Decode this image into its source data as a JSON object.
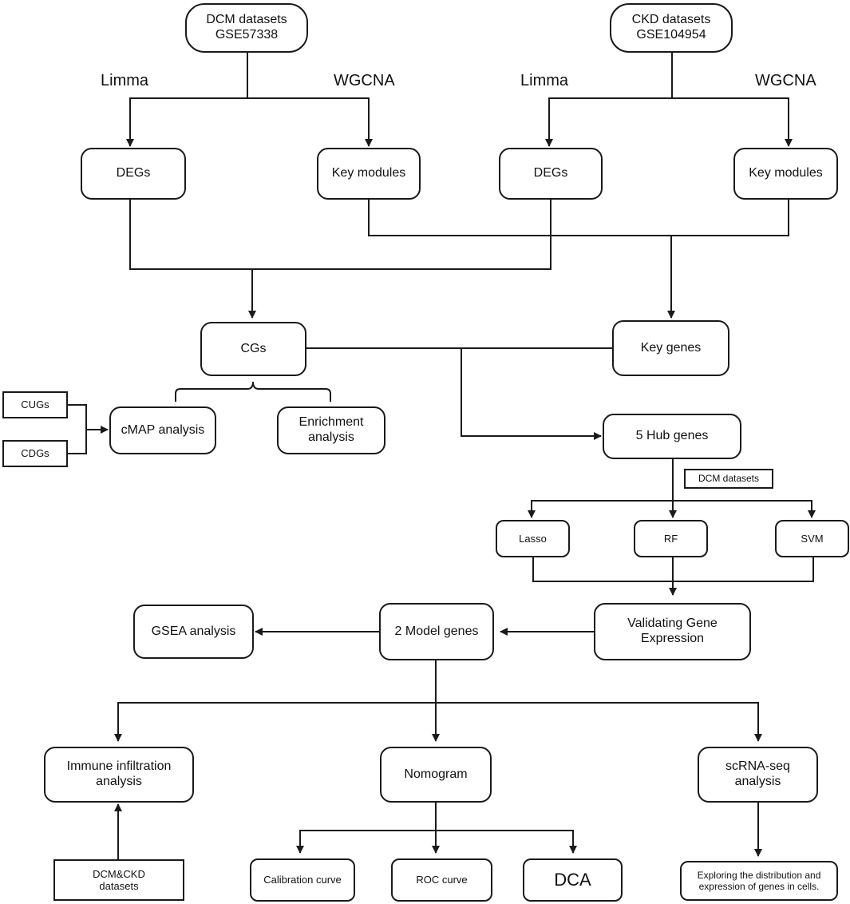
{
  "datasets": {
    "dcm": {
      "line1": "DCM datasets",
      "line2": "GSE57338"
    },
    "ckd": {
      "line1": "CKD datasets",
      "line2": "GSE104954"
    }
  },
  "methods": {
    "limma": "Limma",
    "wgcna": "WGCNA"
  },
  "nodes": {
    "degs": "DEGs",
    "key_modules": "Key modules",
    "cgs": "CGs",
    "key_genes": "Key genes",
    "cugs": "CUGs",
    "cdgs": "CDGs",
    "cmap": "cMAP analysis",
    "enrichment": {
      "line1": "Enrichment",
      "line2": "analysis"
    },
    "hub_genes": "5 Hub genes",
    "dcm_datasets_tag": "DCM datasets",
    "lasso": "Lasso",
    "rf": "RF",
    "svm": "SVM",
    "validating": {
      "line1": "Validating Gene",
      "line2": "Expression"
    },
    "model_genes": "2 Model genes",
    "gsea": "GSEA analysis",
    "immune": {
      "line1": "Immune infiltration",
      "line2": "analysis"
    },
    "nomogram": "Nomogram",
    "scrna": {
      "line1": "scRNA-seq",
      "line2": "analysis"
    },
    "dcm_ckd": {
      "line1": "DCM&CKD",
      "line2": "datasets"
    },
    "calibration": "Calibration curve",
    "roc": "ROC curve",
    "dca": "DCA",
    "exploring": {
      "line1": "Exploring the distribution and",
      "line2": "expression of genes in cells."
    }
  },
  "colors": {
    "stroke": "#1a1a1a",
    "background": "#ffffff"
  }
}
